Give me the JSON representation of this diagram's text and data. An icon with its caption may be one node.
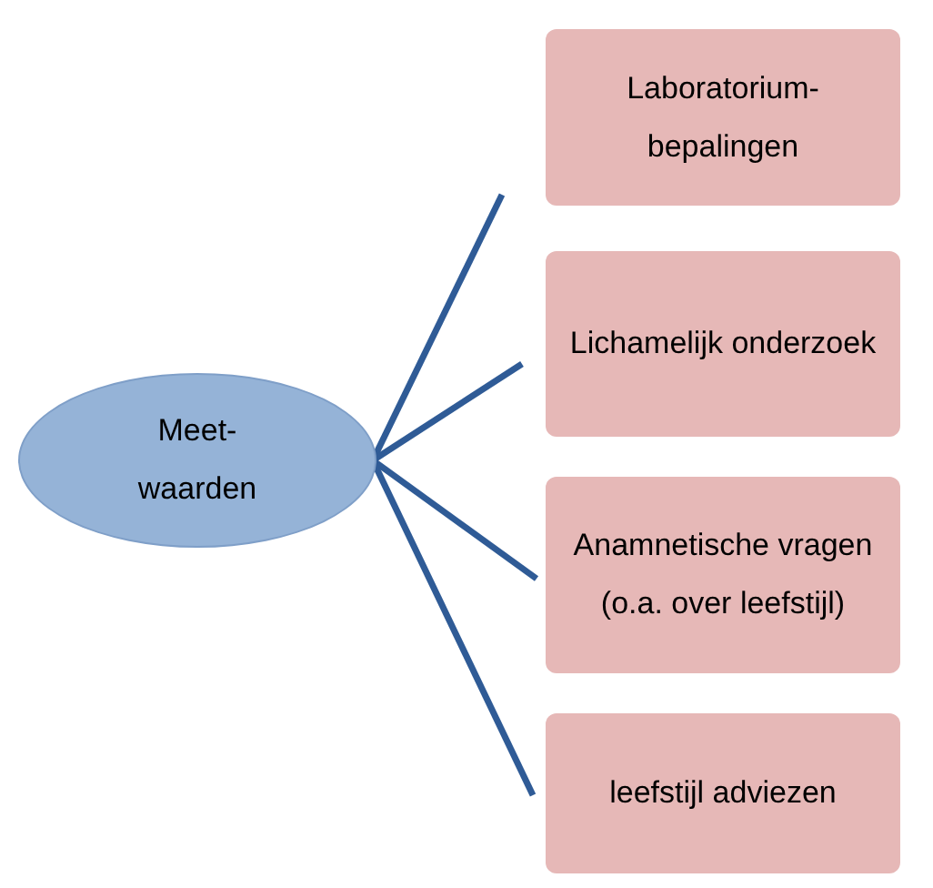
{
  "diagram": {
    "nodes": [
      {
        "text": [
          "Meet- waarden"
        ]
      },
      {
        "text": [
          "Laboratorium- bepalingen"
        ]
      },
      {
        "text": [
          "Lichamelijk onderzoek"
        ]
      },
      {
        "text": [
          "Anamnetische vragen (o.a. over leefstijl)"
        ]
      },
      {
        "text": [
          "leefstijl adviezen"
        ]
      }
    ],
    "edges": [
      {
        "from": 0,
        "to": 1,
        "arrow": "none"
      },
      {
        "from": 0,
        "to": 2,
        "arrow": "none"
      },
      {
        "from": 0,
        "to": 3,
        "arrow": "none"
      },
      {
        "from": 0,
        "to": 4,
        "arrow": "none"
      }
    ]
  }
}
